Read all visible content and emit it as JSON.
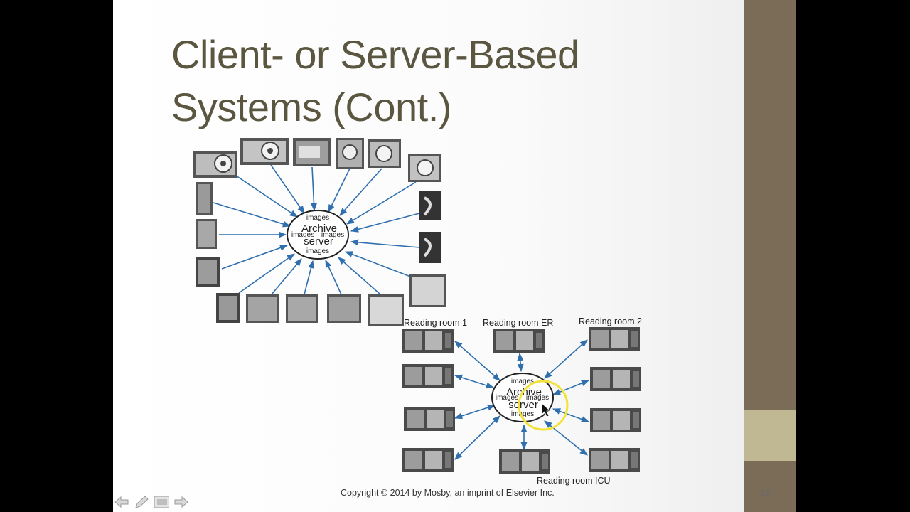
{
  "slide": {
    "title_line1": "Client- or Server-Based",
    "title_line2": "Systems (Cont.)",
    "number": "26",
    "copyright": "Copyright © 2014 by Mosby, an imprint of Elsevier Inc."
  },
  "diagram": {
    "archive_word": "Archive",
    "server_word": "server",
    "images_word": "images",
    "reading_rooms": [
      "Reading room 1",
      "Reading room ER",
      "Reading room 2",
      "Reading room ICU"
    ]
  },
  "toolbar": {
    "items": [
      "prev-arrow-icon",
      "pen-icon",
      "menu-icon",
      "next-arrow-icon"
    ]
  },
  "colors": {
    "arrow": "#2f6fae",
    "title": "#5b5640",
    "sidebar": "#7a6c56",
    "sidebar_accent": "#bfb892",
    "pointer_highlight": "#f2e23a"
  }
}
